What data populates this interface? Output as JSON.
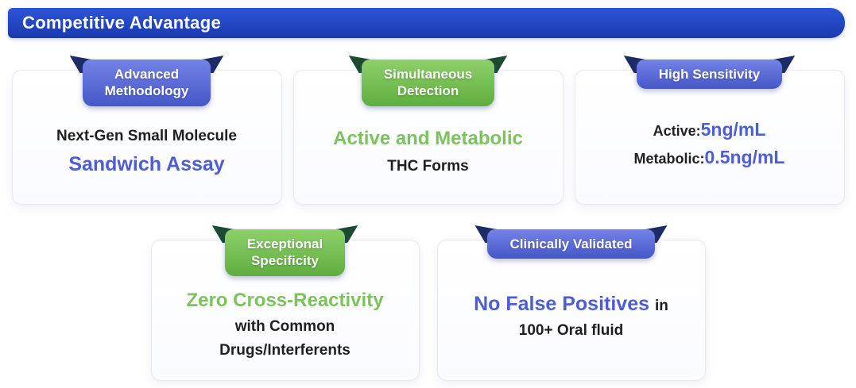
{
  "header": {
    "title": "Competitive Advantage"
  },
  "colors": {
    "banner_blue": "#1e46c2",
    "badge_blue": "#5a68d6",
    "badge_green": "#74c050",
    "fold_navy": "#1d2c66",
    "fold_dark_green": "#1c4a33",
    "text_dark": "#1f1f1f",
    "text_blue": "#4d5ed2",
    "text_green": "#7cc25d"
  },
  "cards": [
    {
      "badge": "Advanced\nMethodology",
      "theme": "blue",
      "line1": "Next-Gen Small Molecule",
      "line2": "Sandwich Assay"
    },
    {
      "badge": "Simultaneous\nDetection",
      "theme": "green",
      "line1": "Active and Metabolic",
      "line2": "THC Forms"
    },
    {
      "badge": "High Sensitivity",
      "theme": "blue",
      "row1_label": "Active:",
      "row1_value": "5ng/mL",
      "row2_label": "Metabolic:",
      "row2_value": "0.5ng/mL"
    },
    {
      "badge": "Exceptional\nSpecificity",
      "theme": "green",
      "line1": "Zero Cross-Reactivity",
      "line2": "with Common",
      "line3": "Drugs/Interferents"
    },
    {
      "badge": "Clinically Validated",
      "theme": "blue",
      "line1_highlight": "No False Positives",
      "line1_rest": "in",
      "line2": "100+ Oral fluid"
    }
  ]
}
